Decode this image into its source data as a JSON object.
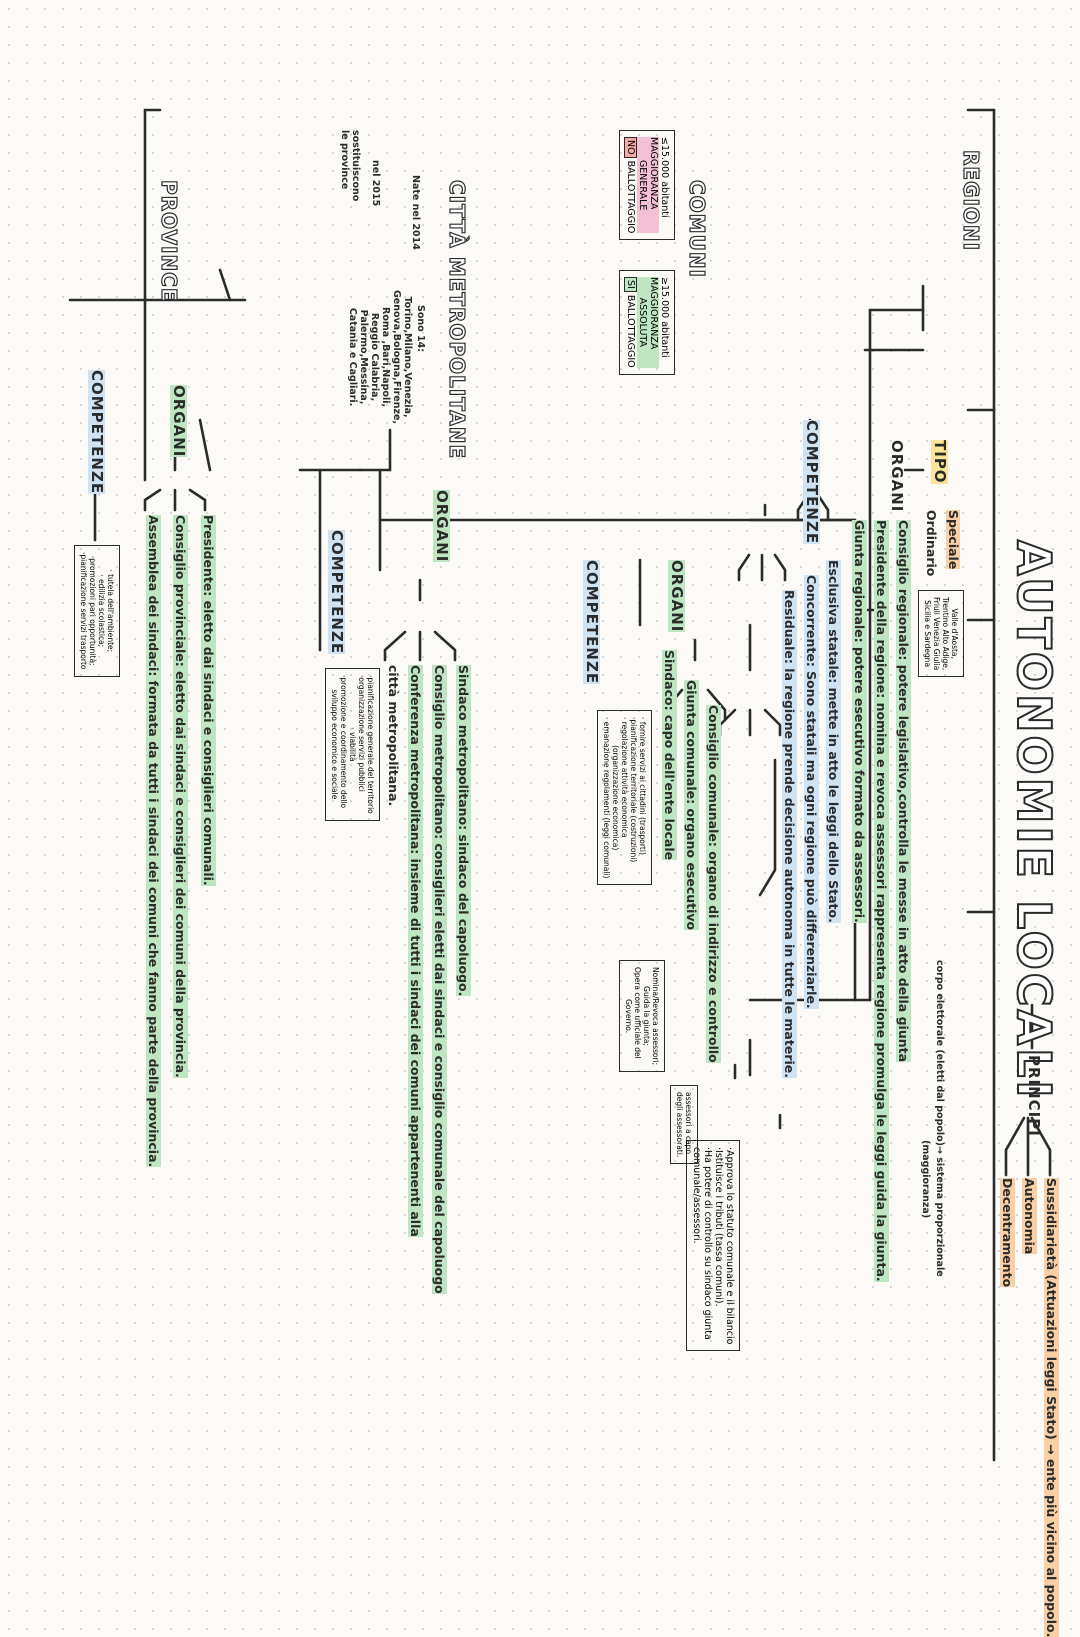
{
  "title": "AUTONOMIE LOCALI",
  "principi": {
    "label": "PRINCIPI",
    "items": [
      "Sussidiarietà (Attuazioni leggi Stato) → ente più vicino al popolo.",
      "Autonomia",
      "Decentramento"
    ]
  },
  "regioni": {
    "label": "REGIONI",
    "tipo": {
      "label": "TIPO",
      "speciale": "Speciale",
      "ordinario": "Ordinario",
      "speciale_list": [
        "Valle d'Aosta,",
        "Trentino Alto Adige,",
        "Friuli Venezia Giulia",
        "Sicilia e Sardegna"
      ]
    },
    "organi": {
      "label": "ORGANI",
      "items": [
        "Consiglio regionale: potere legislativo,controlla le messe in atto della giunta",
        "Presidente della regione: nomina e revoca assessori rappresenta regione promulga le leggi guida la giunta.",
        "Giunta regionale: potere esecutivo formato da assessori."
      ],
      "consiglio_note": "corpo elettorale (eletti dal popolo)→ sistema proporzionale",
      "consiglio_note_2": "(maggioranza)"
    },
    "competenze": {
      "label": "COMPETENZE",
      "items": [
        "Esclusiva statale: mette in atto le leggi dello Stato.",
        "Concorrente: Sono statali ma ogni regione può differenziarle.",
        "Residuale: la regione prende decisione autonoma in tutte le materie."
      ]
    }
  },
  "comuni": {
    "label": "COMUNI",
    "box_small": {
      "line1": "≤15.000 abitanti",
      "line2": "MAGGIORANZA",
      "line3": "GENERALE",
      "badge": "NO",
      "line4": "BALLOTTAGGIO"
    },
    "box_large": {
      "line1": "≥15.000 abitanti",
      "line2": "MAGGIORANZA",
      "line3": "ASSOLUTA",
      "badge": "SI",
      "line4": "BALLOTTAGGIO"
    },
    "organi": {
      "label": "ORGANI",
      "items": [
        "Consiglio comunale: organo di indirizzo e controllo",
        "Giunta comunale: organo esecutivo",
        "Sindaco: capo dell'ente locale"
      ],
      "consiglio_box": [
        "·Approva lo statuto comunale e il bilancio",
        "·Istituisce i tributi (tassa comuni).",
        "·Ha potere di controllo su sindaco giunta",
        "comunale/assessori."
      ],
      "giunta_box": [
        "assessori a capo",
        "degli assessorati."
      ],
      "sindaco_box": [
        "Nomina/Revoca assessori;",
        "Guida la giunta;",
        "Opera come ufficiale del",
        "Governo."
      ]
    },
    "competenze": {
      "label": "COMPETENZE",
      "items": [
        "· fornire servizi ai cittadini (trasporti)",
        "·pianificazione territoriale (costruzioni)",
        "· regolazione attività economica",
        "(organizzazione economica)",
        "· emanazione regolamenti (leggi comunali)"
      ]
    }
  },
  "citta": {
    "label": "CITTÀ METROPOLITANE",
    "nate": "Nate nel 2014",
    "sono": "Sono 14:",
    "list": [
      "Torino,Milano,Venezia,",
      "Genova,Bologna,Firenze,",
      "Roma ,Bari,Napoli,",
      "Reggio Calabria,",
      "Palermo,Messina,",
      "Catania e Cagliari."
    ],
    "nel2015": "nel 2015",
    "sostituiscono": [
      "sostituiscono",
      "le province"
    ],
    "organi": {
      "label": "ORGANI",
      "items": [
        "Sindaco metropolitano: sindaco del capoluogo.",
        "Consiglio metropolitano: consiglieri eletti dai sindaci e consiglio comunale del capoluogo",
        "Conferenza metropolitana: insieme di tutti i sindaci dei comuni appartenenti alla",
        "città metropolitana."
      ]
    },
    "competenze": {
      "label": "COMPETENZE",
      "items": [
        "·pianificazione generale del territorio",
        "·organizzazione servizi pubblici",
        "· viabilità",
        "·promozione e coordinamento dello",
        "sviluppo economico e sociale"
      ]
    }
  },
  "province": {
    "label": "PROVINCE",
    "organi": {
      "label": "ORGANI",
      "items": [
        "Presidente: eletto dai sindaci e consiglieri comunali.",
        "Consiglio provinciale: eletto dai sindaci e consiglieri dei comuni della provincia.",
        "Assemblea dei sindaci: formata da tutti i sindaci dei comuni che fanno parte della provincia."
      ]
    },
    "competenze": {
      "label": "COMPETENZE",
      "items": [
        "· tutela dell'ambiente;",
        "· edilizia scolastica;",
        "·promozioni pari opportunità;",
        "·pianificazione servizi trasporto"
      ]
    }
  }
}
